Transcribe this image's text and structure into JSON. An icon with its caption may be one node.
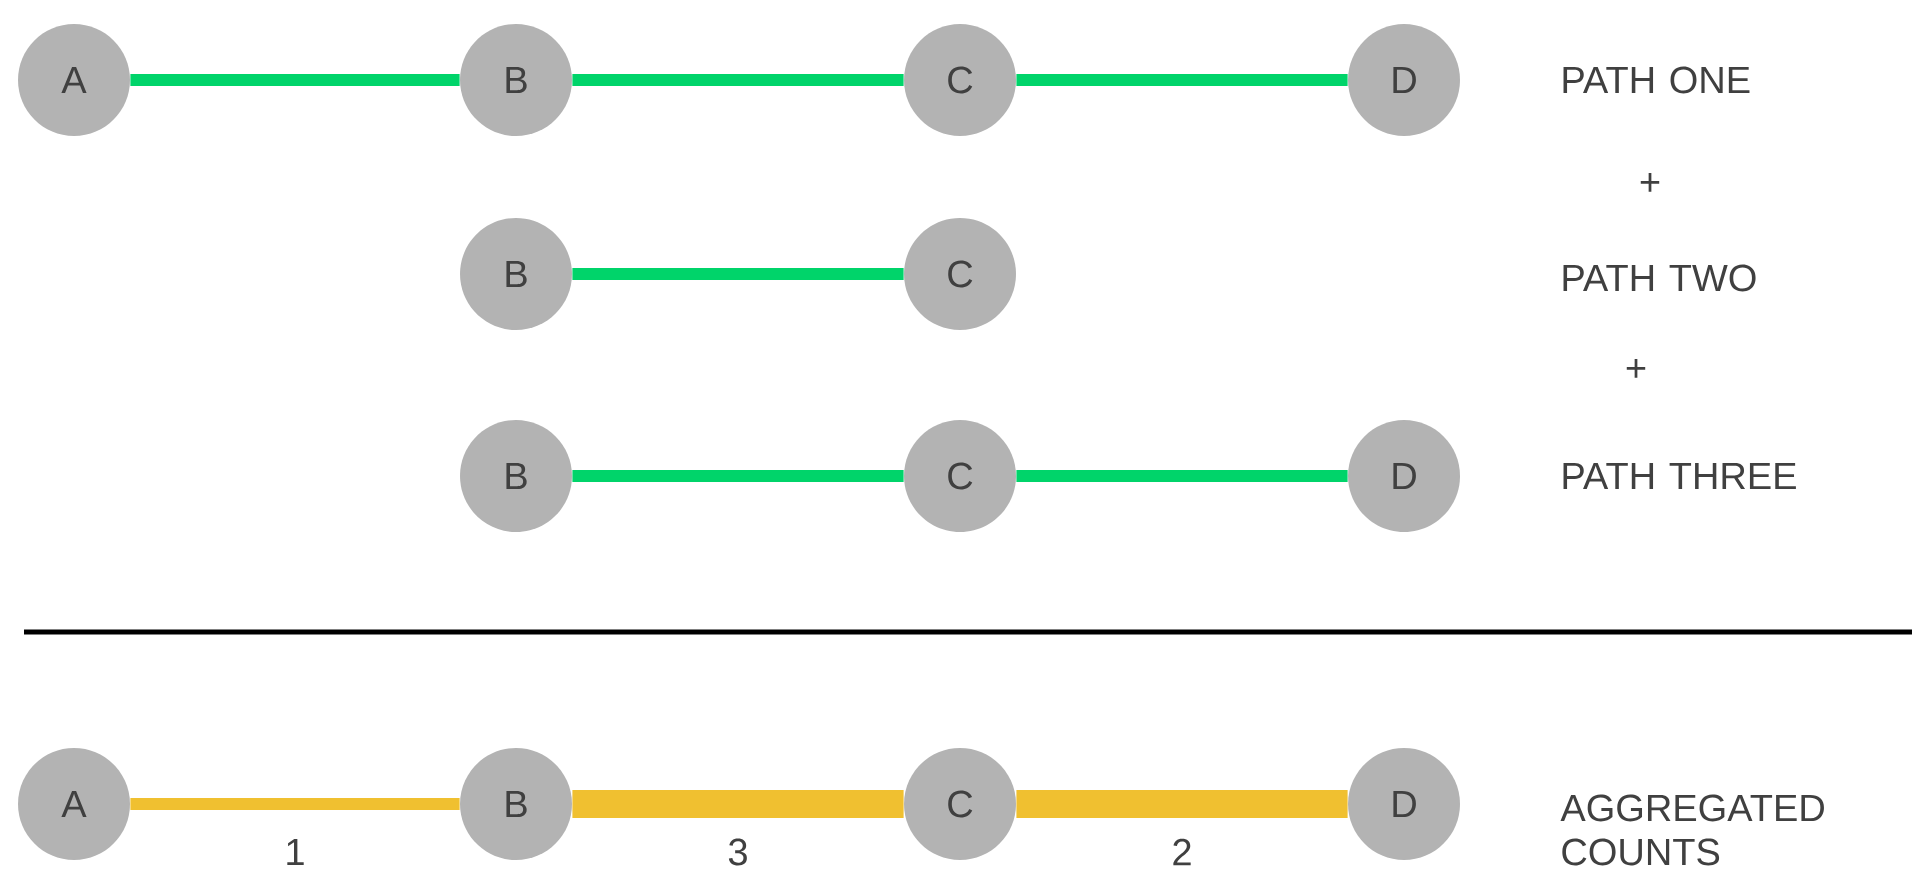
{
  "diagram": {
    "nodes": [
      {
        "text": [
          "A"
        ]
      },
      {
        "text": [
          "B"
        ]
      },
      {
        "text": [
          "C"
        ]
      },
      {
        "text": [
          "D"
        ]
      },
      {
        "text": [
          "B"
        ]
      },
      {
        "text": [
          "C"
        ]
      },
      {
        "text": [
          "B"
        ]
      },
      {
        "text": [
          "C"
        ]
      },
      {
        "text": [
          "D"
        ]
      },
      {
        "text": [
          "A"
        ]
      },
      {
        "text": [
          "B"
        ]
      },
      {
        "text": [
          "C"
        ]
      },
      {
        "text": [
          "D"
        ]
      }
    ],
    "edges": [
      {
        "from": 0,
        "to": 1,
        "arrow": "none"
      },
      {
        "from": 1,
        "to": 2,
        "arrow": "none"
      },
      {
        "from": 2,
        "to": 3,
        "arrow": "none"
      },
      {
        "from": 4,
        "to": 5,
        "arrow": "none"
      },
      {
        "from": 6,
        "to": 7,
        "arrow": "none"
      },
      {
        "from": 7,
        "to": 8,
        "arrow": "none"
      },
      {
        "from": 9,
        "to": 10,
        "arrow": "none",
        "label": "1",
        "color": "#f0c030"
      },
      {
        "from": 10,
        "to": 11,
        "arrow": "none",
        "label": "3",
        "color": "#f0c030",
        "style": "thick"
      },
      {
        "from": 11,
        "to": 12,
        "arrow": "none",
        "label": "2",
        "color": "#f0c030",
        "style": "thick"
      }
    ],
    "labels": [
      "PATH ONE",
      "+",
      "PATH TWO",
      "+",
      "PATH THREE",
      "AGGREGATED COUNTS"
    ]
  }
}
